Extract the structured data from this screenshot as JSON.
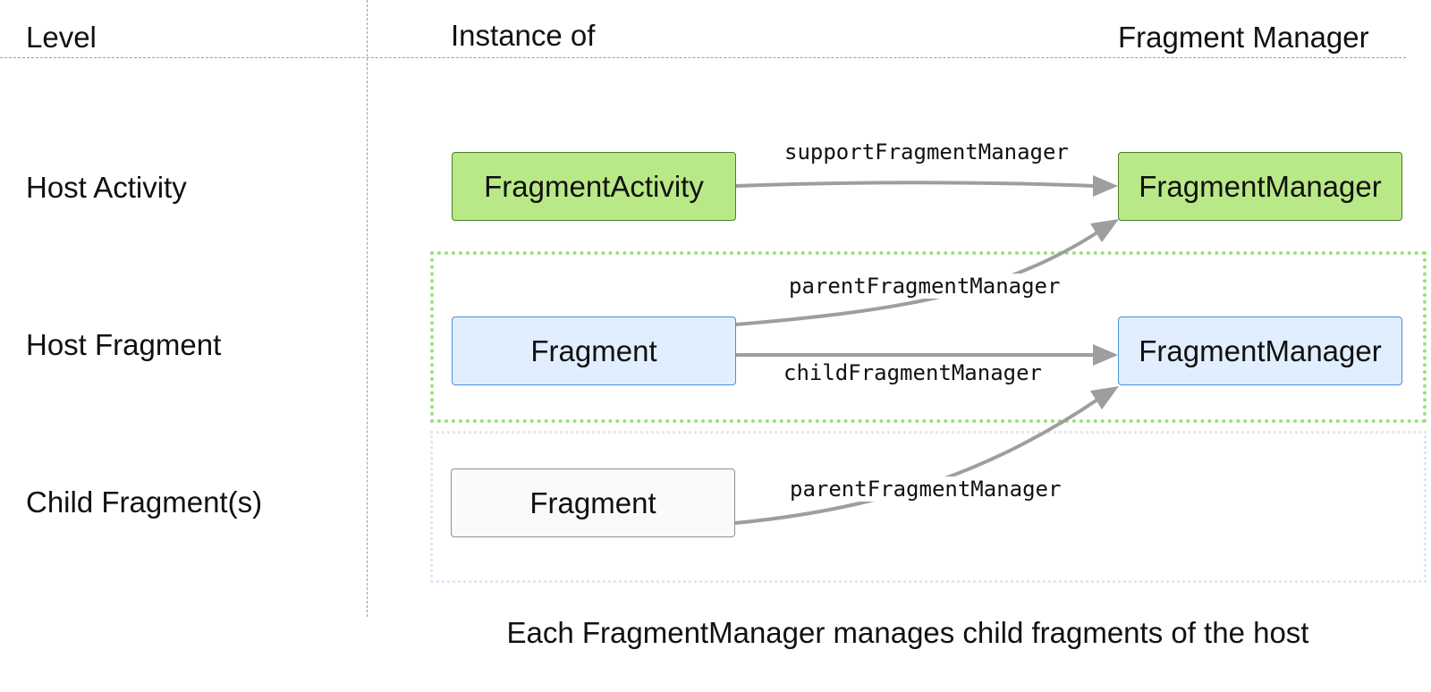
{
  "header": {
    "level": "Level",
    "instance_of": "Instance of",
    "fragment_manager": "Fragment Manager"
  },
  "levels": {
    "host_activity": "Host Activity",
    "host_fragment": "Host Fragment",
    "child_fragments": "Child Fragment(s)"
  },
  "nodes": {
    "fragment_activity": "FragmentActivity",
    "activity_manager": "FragmentManager",
    "host_fragment": "Fragment",
    "host_fragment_manager": "FragmentManager",
    "child_fragment": "Fragment"
  },
  "edges": {
    "support_fragment_manager": "supportFragmentManager",
    "parent_fragment_manager_host": "parentFragmentManager",
    "child_fragment_manager": "childFragmentManager",
    "parent_fragment_manager_child": "parentFragmentManager"
  },
  "caption": "Each FragmentManager manages child fragments of the host",
  "colors": {
    "activity_fill": "#b9e986",
    "activity_border": "#4a7d2a",
    "fragment_fill": "#e0eefd",
    "fragment_border": "#4b8fd6",
    "child_fill": "#fafafa",
    "child_border": "#8f8f8f",
    "arrow": "#9e9e9e",
    "host_group_border": "#9be07a",
    "child_group_border": "#dce9f6"
  }
}
